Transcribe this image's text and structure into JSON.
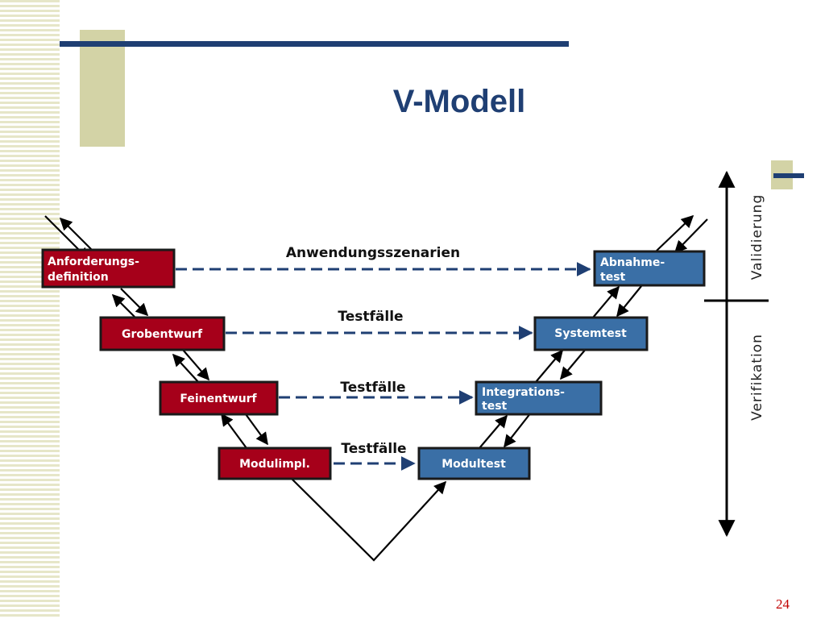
{
  "title": "V-Modell",
  "page_number": "24",
  "left_boxes": [
    {
      "line1": "Anforderungs-",
      "line2": "definition"
    },
    {
      "line1": "Grobentwurf",
      "line2": ""
    },
    {
      "line1": "Feinentwurf",
      "line2": ""
    },
    {
      "line1": "Modulimpl.",
      "line2": ""
    }
  ],
  "right_boxes": [
    {
      "line1": "Abnahme-",
      "line2": "test"
    },
    {
      "line1": "Systemtest",
      "line2": ""
    },
    {
      "line1": "Integrations-",
      "line2": "test"
    },
    {
      "line1": "Modultest",
      "line2": ""
    }
  ],
  "connection_labels": [
    "Anwendungsszenarien",
    "Testfälle",
    "Testfälle",
    "Testfälle"
  ],
  "side_labels": {
    "top": "Validierung",
    "bottom": "Verifikation"
  },
  "colors": {
    "left_box": "#a6001a",
    "right_box": "#3a6fa6",
    "title": "#1f3f73",
    "dash": "#1f3f73"
  }
}
